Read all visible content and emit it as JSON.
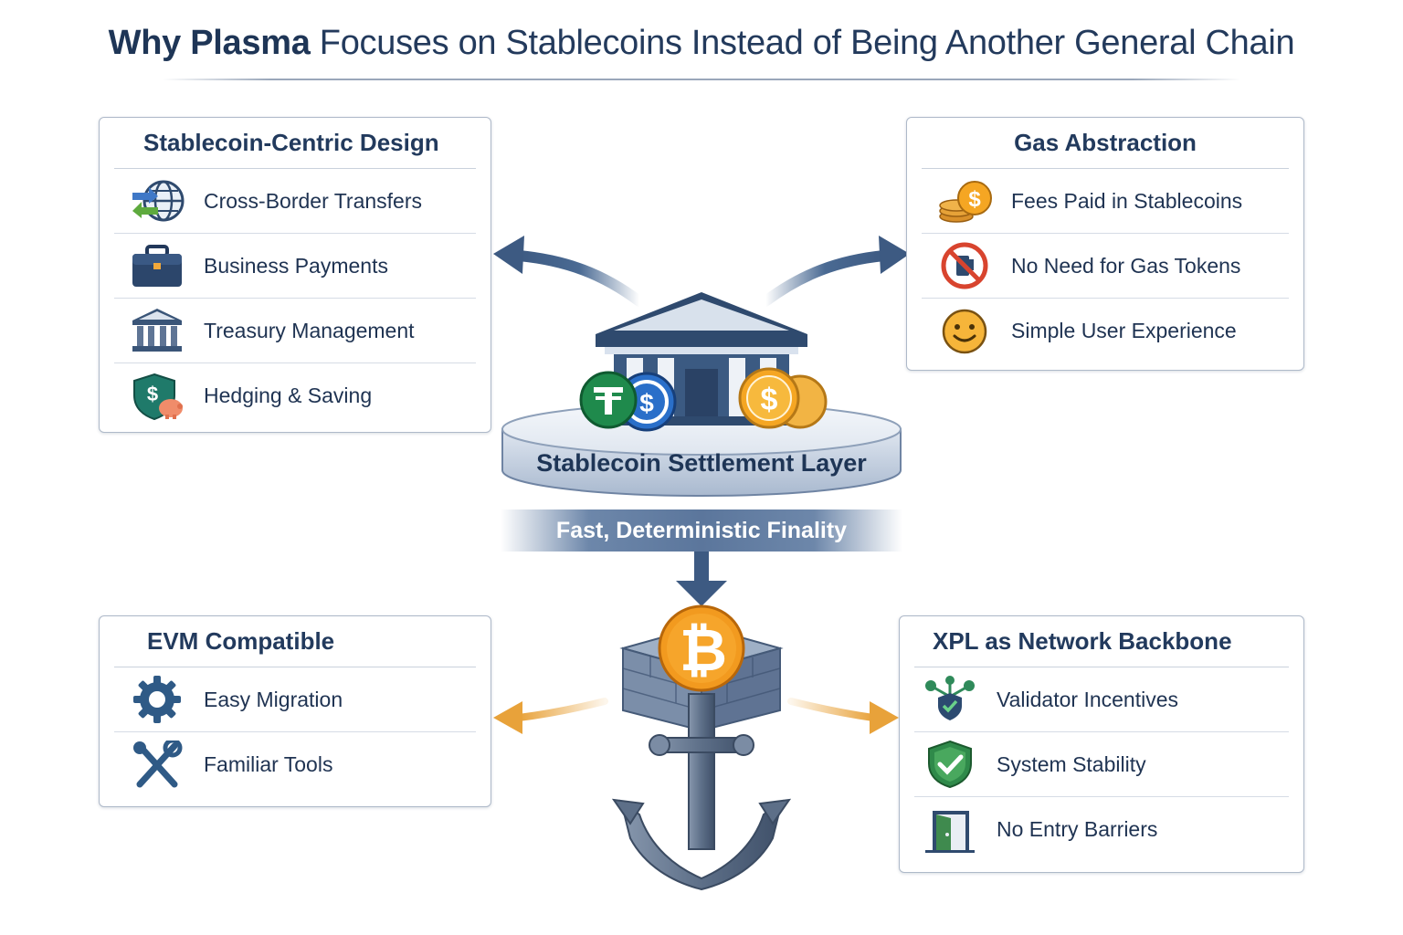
{
  "title": {
    "bold": "Why Plasma",
    "rest": " Focuses on Stablecoins Instead of Being Another General Chain"
  },
  "center": {
    "platform_label": "Stablecoin Settlement Layer",
    "finality_label": "Fast, Deterministic Finality"
  },
  "cards": {
    "stablecoin_design": {
      "title": "Stablecoin-Centric Design",
      "items": [
        {
          "label": "Cross-Border Transfers",
          "icon": "globe-transfer-icon"
        },
        {
          "label": "Business Payments",
          "icon": "briefcase-icon"
        },
        {
          "label": "Treasury Management",
          "icon": "bank-icon"
        },
        {
          "label": "Hedging & Saving",
          "icon": "shield-piggy-icon"
        }
      ]
    },
    "gas_abstraction": {
      "title": "Gas Abstraction",
      "items": [
        {
          "label": "Fees Paid in Stablecoins",
          "icon": "coins-icon"
        },
        {
          "label": "No Need for Gas Tokens",
          "icon": "no-gas-icon"
        },
        {
          "label": "Simple User Experience",
          "icon": "smiley-icon"
        }
      ]
    },
    "evm": {
      "title": "EVM Compatible",
      "items": [
        {
          "label": "Easy Migration",
          "icon": "gear-icon"
        },
        {
          "label": "Familiar Tools",
          "icon": "tools-icon"
        }
      ]
    },
    "xpl": {
      "title": "XPL as Network Backbone",
      "items": [
        {
          "label": "Validator Incentives",
          "icon": "validator-network-icon"
        },
        {
          "label": "System Stability",
          "icon": "shield-check-icon"
        },
        {
          "label": "No Entry Barriers",
          "icon": "open-door-icon"
        }
      ]
    }
  },
  "colors": {
    "navy": "#1e3556",
    "arrow_blue": "#4a6a93",
    "arrow_orange": "#e8a23a",
    "bitcoin_orange": "#f29a1f",
    "tether_green": "#1f8a4c",
    "usdc_blue": "#2a6fc9"
  }
}
